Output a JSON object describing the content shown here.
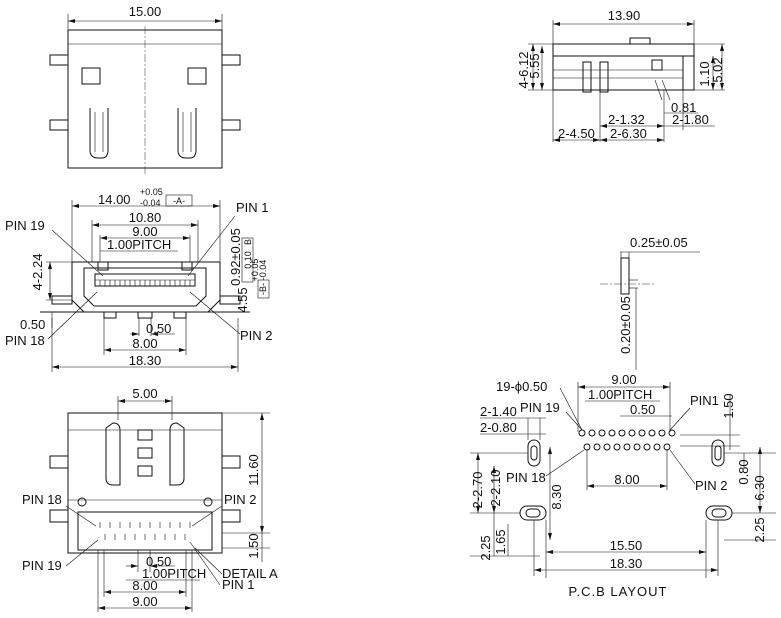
{
  "top_view": {
    "width": "15.00"
  },
  "front_view": {
    "width_tol": "14.00",
    "tol_plus": "+0.05",
    "tol_minus": "-0.04",
    "datum_a": "-A-",
    "dim_10_80": "10.80",
    "dim_9_00": "9.00",
    "pitch": "1.00PITCH",
    "pin19": "PIN 19",
    "pin1": "PIN 1",
    "pin18": "PIN 18",
    "pin2": "PIN 2",
    "dim_4_2_24": "4-2.24",
    "dim_0_92": "0.92±0.05",
    "flatness": "0.10",
    "datum_b_label": "B",
    "dim_4_55": "4.55",
    "tol_4_55_plus": "+0.05",
    "tol_4_55_minus": "-0.04",
    "datum_b": "-B-",
    "dim_0_50_left": "0.50",
    "dim_0_50_mid": "0.50",
    "dim_8_00": "8.00",
    "dim_18_30": "18.30"
  },
  "side_view": {
    "dim_13_90": "13.90",
    "dim_4_6_12": "4-6.12",
    "dim_5_55": "5.55",
    "dim_1_10": "1.10",
    "dim_5_02": "5.02",
    "dim_0_81": "0.81",
    "dim_2_1_32": "2-1.32",
    "dim_2_1_80": "2-1.80",
    "dim_2_4_50": "2-4.50",
    "dim_2_6_30": "2-6.30"
  },
  "pin_detail": {
    "width": "0.25±0.05",
    "thickness": "0.20±0.05"
  },
  "bottom_view": {
    "dim_5_00": "5.00",
    "dim_11_60": "11.60",
    "pin18": "PIN 18",
    "pin2": "PIN 2",
    "pin19": "PIN 19",
    "pin1": "PIN 1",
    "detail_a": "DETAIL A",
    "dim_0_50": "0.50",
    "pitch": "1.00PITCH",
    "dim_8_00": "8.00",
    "dim_9_00": "9.00",
    "dim_1_50": "1.50"
  },
  "pcb_layout": {
    "holes": "19-ϕ0.50",
    "dim_9_00": "9.00",
    "pitch": "1.00PITCH",
    "dim_0_50": "0.50",
    "pin19": "PIN 19",
    "pin1": "PIN1",
    "dim_1_50": "1.50",
    "dim_2_1_40": "2-1.40",
    "dim_2_0_80": "2-0.80",
    "pin18": "PIN 18",
    "pin2": "PIN 2",
    "dim_8_00": "8.00",
    "dim_2_2_70": "2-2.70",
    "dim_2_2_10": "2-2.10",
    "dim_8_30": "8.30",
    "dim_0_80": "0.80",
    "dim_6_30": "6.30",
    "dim_2_25_left": "2.25",
    "dim_1_65": "1.65",
    "dim_2_25_right": "2.25",
    "dim_15_50": "15.50",
    "dim_18_30": "18.30",
    "caption": "P.C.B   LAYOUT"
  }
}
